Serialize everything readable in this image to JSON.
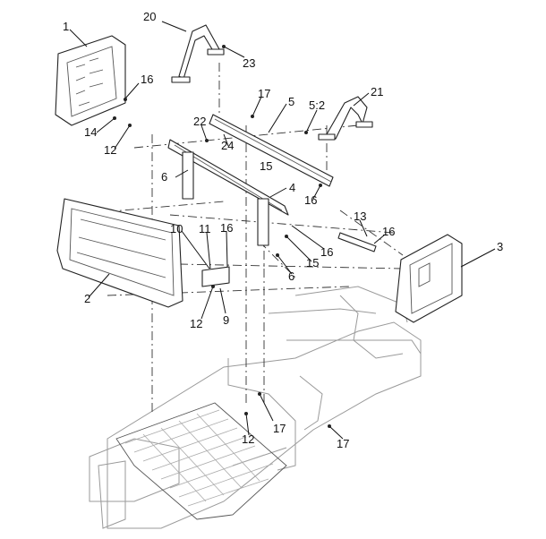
{
  "callouts": [
    {
      "id": "c1",
      "label": "1"
    },
    {
      "id": "c16a",
      "label": "16"
    },
    {
      "id": "c14",
      "label": "14"
    },
    {
      "id": "c12a",
      "label": "12"
    },
    {
      "id": "c20",
      "label": "20"
    },
    {
      "id": "c23",
      "label": "23"
    },
    {
      "id": "c17a",
      "label": "17"
    },
    {
      "id": "c5",
      "label": "5"
    },
    {
      "id": "c52",
      "label": "5:2"
    },
    {
      "id": "c21",
      "label": "21"
    },
    {
      "id": "c22",
      "label": "22"
    },
    {
      "id": "c24",
      "label": "24"
    },
    {
      "id": "c15a",
      "label": "15"
    },
    {
      "id": "c6a",
      "label": "6"
    },
    {
      "id": "c4",
      "label": "4"
    },
    {
      "id": "c16b",
      "label": "16"
    },
    {
      "id": "c2",
      "label": "2"
    },
    {
      "id": "c10",
      "label": "10"
    },
    {
      "id": "c11",
      "label": "11"
    },
    {
      "id": "c16c",
      "label": "16"
    },
    {
      "id": "c12b",
      "label": "12"
    },
    {
      "id": "c9",
      "label": "9"
    },
    {
      "id": "c15b",
      "label": "15"
    },
    {
      "id": "c16d",
      "label": "16"
    },
    {
      "id": "c6b",
      "label": "6"
    },
    {
      "id": "c13",
      "label": "13"
    },
    {
      "id": "c16e",
      "label": "16"
    },
    {
      "id": "c3",
      "label": "3"
    },
    {
      "id": "c17b",
      "label": "17"
    },
    {
      "id": "c12c",
      "label": "12"
    },
    {
      "id": "c17c",
      "label": "17"
    }
  ]
}
